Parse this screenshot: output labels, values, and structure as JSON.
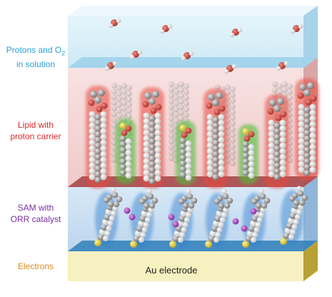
{
  "labels": {
    "protons": {
      "line1": "Protons and O",
      "sub": "2",
      "line2": "in solution",
      "color": "#2a9fd8"
    },
    "lipid": {
      "line1": "Lipid with",
      "line2": "proton carrier",
      "color": "#d62b2b"
    },
    "sam": {
      "line1": "SAM with",
      "line2": "ORR catalyst",
      "color": "#7a2fa0"
    },
    "electrons": {
      "line1": "Electrons",
      "color": "#e08a1e"
    }
  },
  "electrode_label": "Au electrode",
  "colors": {
    "solution": "#cfeaf6",
    "lipid_layer": "#f4d3d3",
    "sam_layer": "#c9dff2",
    "electrode": "#f6f1c0",
    "electrode_side": "#b8a036",
    "separator_red": "#a6494c",
    "separator_blue": "#2f7fb9",
    "carbon": "#8a8a8a",
    "oxygen": "#c8342d",
    "hydrogen": "#f2f2f2",
    "sulfur": "#e2cf3a",
    "catalyst": "#a93fc0"
  },
  "icons": [
    "water-molecule-icon",
    "lipid-molecule-icon",
    "proton-carrier-icon",
    "sam-molecule-icon",
    "catalyst-ion-icon"
  ]
}
